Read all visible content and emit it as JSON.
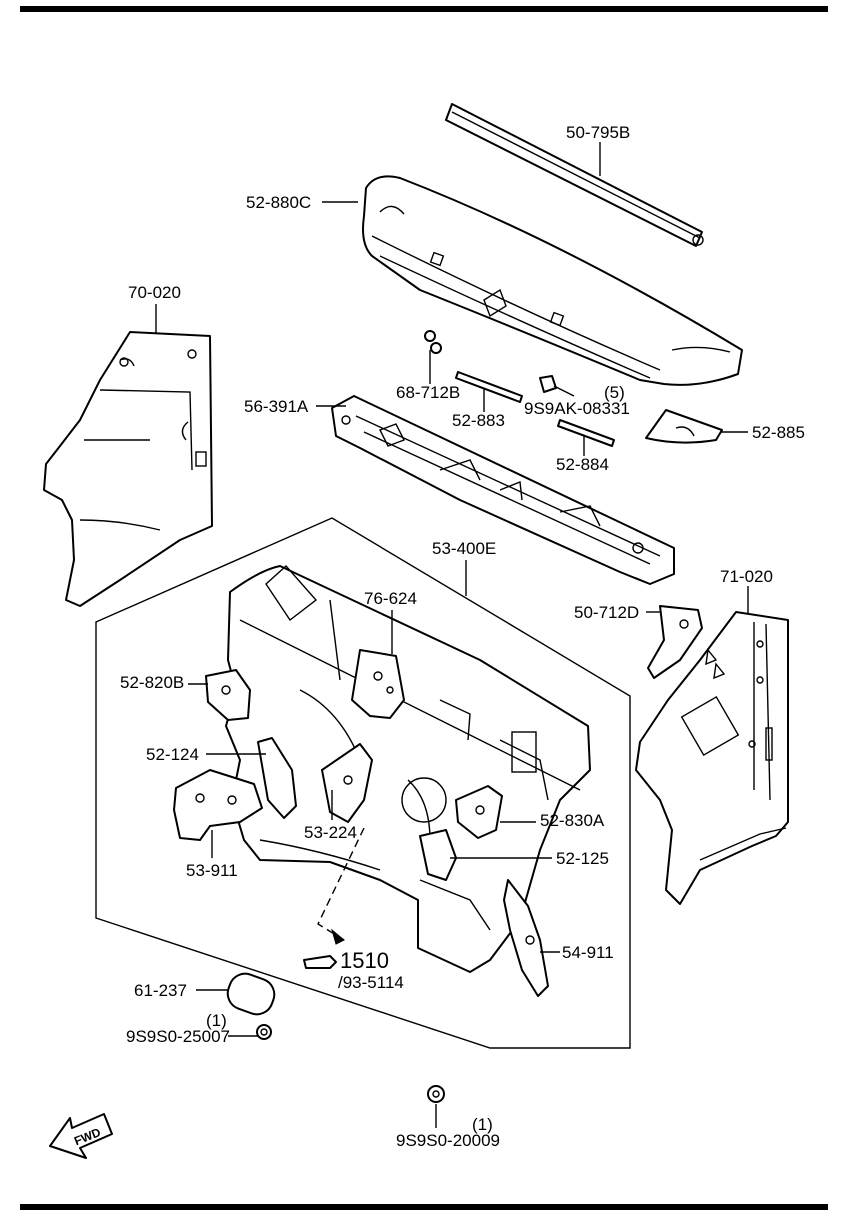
{
  "diagram": {
    "callouts": {
      "p_50_795B": "50-795B",
      "p_52_880C": "52-880C",
      "p_70_020": "70-020",
      "p_68_712B": "68-712B",
      "p_52_883": "52-883",
      "p_9S9AK_08331": "9S9AK-08331",
      "p_9S9AK_qty": "(5)",
      "p_56_391A": "56-391A",
      "p_52_884": "52-884",
      "p_52_885": "52-885",
      "p_53_400E": "53-400E",
      "p_71_020": "71-020",
      "p_76_624": "76-624",
      "p_50_712D": "50-712D",
      "p_52_820B": "52-820B",
      "p_52_124": "52-124",
      "p_52_830A": "52-830A",
      "p_53_224": "53-224",
      "p_52_125": "52-125",
      "p_53_911": "53-911",
      "p_54_911": "54-911",
      "p_1510": "1510",
      "p_93_5114": "/93-5114",
      "p_61_237": "61-237",
      "p_9S9S0_25007_qty": "(1)",
      "p_9S9S0_25007": "9S9S0-25007",
      "p_9S9S0_20009_qty": "(1)",
      "p_9S9S0_20009": "9S9S0-20009"
    },
    "fwd_label": "FWD"
  }
}
